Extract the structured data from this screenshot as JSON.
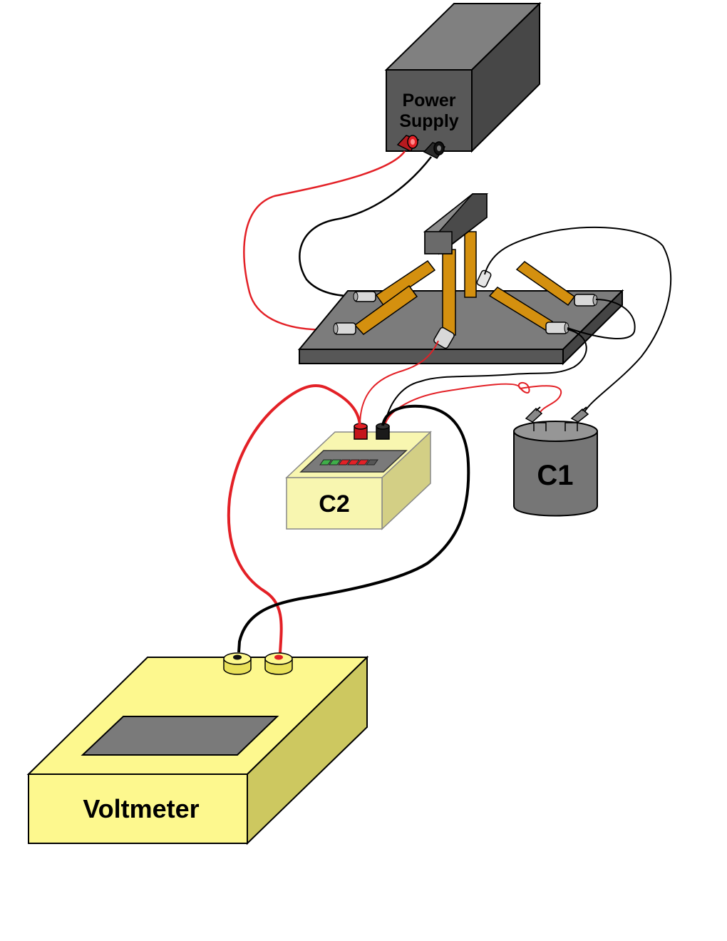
{
  "labels": {
    "power_supply_line1": "Power",
    "power_supply_line2": "Supply",
    "c2": "C2",
    "c1": "C1",
    "voltmeter": "Voltmeter"
  },
  "colors": {
    "wire_red": "#e32026",
    "wire_black": "#000000",
    "copper_arm": "#d4900f",
    "base_plate": "#676767",
    "power_supply_front": "#585858",
    "c2_body": "#f8f6b0",
    "c1_body": "#767676",
    "voltmeter_body": "#fdf88e"
  },
  "icons": {
    "power_supply": "power-supply-box",
    "apparatus": "electrode-stand",
    "c2": "capacitor-box",
    "c1": "cylinder-capacitor",
    "voltmeter": "voltmeter-box"
  }
}
